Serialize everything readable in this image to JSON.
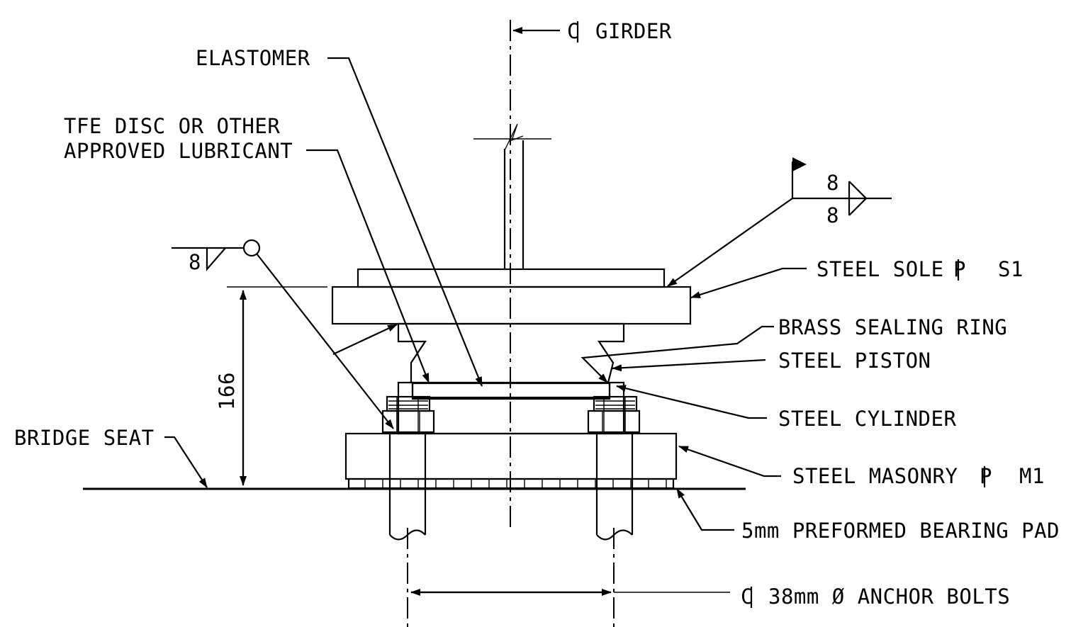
{
  "labels": {
    "cl_girder": "GIRDER",
    "elastomer": "ELASTOMER",
    "tfe_line1": "TFE DISC OR OTHER",
    "tfe_line2": "APPROVED LUBRICANT",
    "steel_sole": "STEEL SOLE",
    "steel_sole_id": "S1",
    "brass_ring": "BRASS SEALING RING",
    "steel_piston": "STEEL PISTON",
    "steel_cylinder": "STEEL CYLINDER",
    "steel_masonry": "STEEL MASONRY",
    "steel_masonry_id": "M1",
    "bearing_pad": "5mm PREFORMED BEARING PAD",
    "bridge_seat": "BRIDGE SEAT",
    "anchor_bolts": "38mm Ø ANCHOR BOLTS"
  },
  "weld_symbols": {
    "left_size": "8",
    "right_top": "8",
    "right_bottom": "8"
  },
  "dimensions": {
    "height": "166"
  },
  "colors": {
    "ink": "#000000",
    "paper": "#ffffff"
  }
}
